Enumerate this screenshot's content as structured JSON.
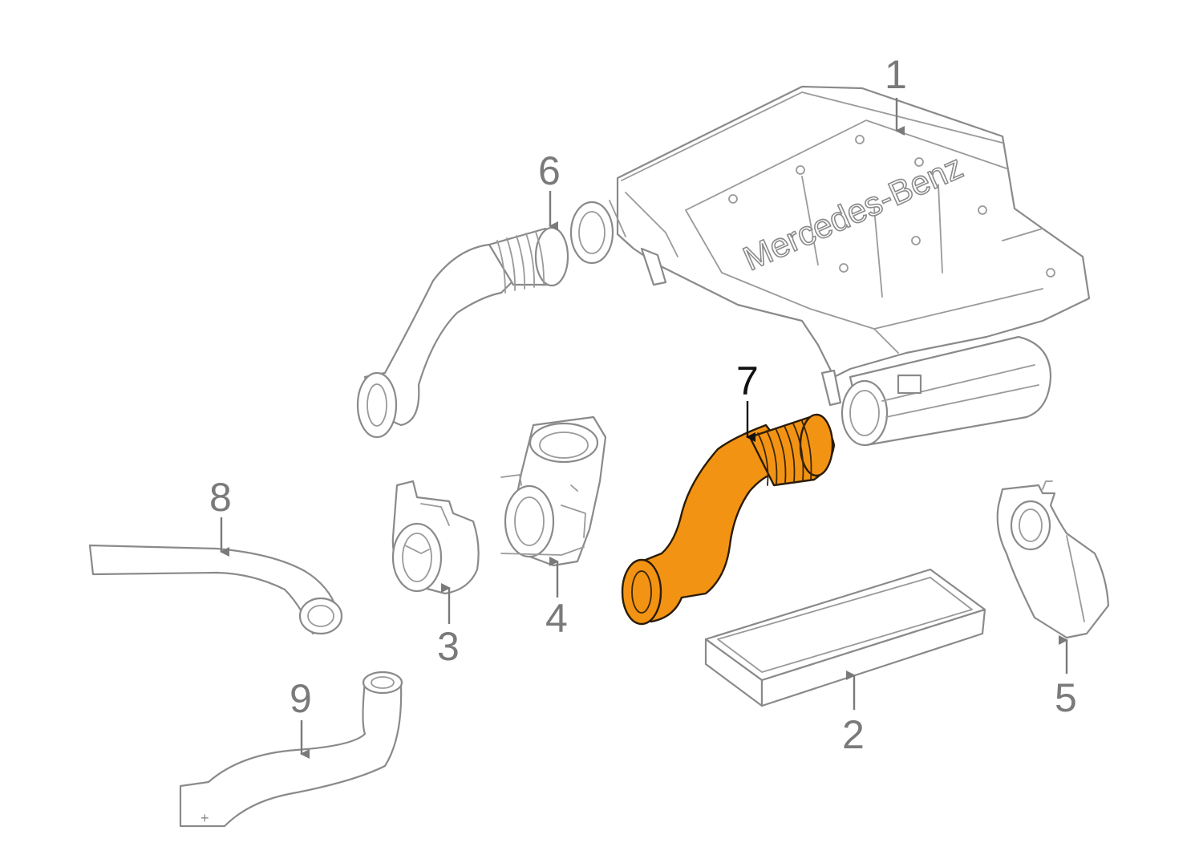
{
  "diagram": {
    "brand_text": "Mercedes-Benz",
    "highlight_color": "#f39314",
    "line_color": "#8a8a8a",
    "callouts": [
      {
        "id": "1",
        "label": "1",
        "highlighted": false
      },
      {
        "id": "2",
        "label": "2",
        "highlighted": false
      },
      {
        "id": "3",
        "label": "3",
        "highlighted": false
      },
      {
        "id": "4",
        "label": "4",
        "highlighted": false
      },
      {
        "id": "5",
        "label": "5",
        "highlighted": false
      },
      {
        "id": "6",
        "label": "6",
        "highlighted": false
      },
      {
        "id": "7",
        "label": "7",
        "highlighted": true
      },
      {
        "id": "8",
        "label": "8",
        "highlighted": false
      },
      {
        "id": "9",
        "label": "9",
        "highlighted": false
      }
    ],
    "hose_marking": "+"
  }
}
